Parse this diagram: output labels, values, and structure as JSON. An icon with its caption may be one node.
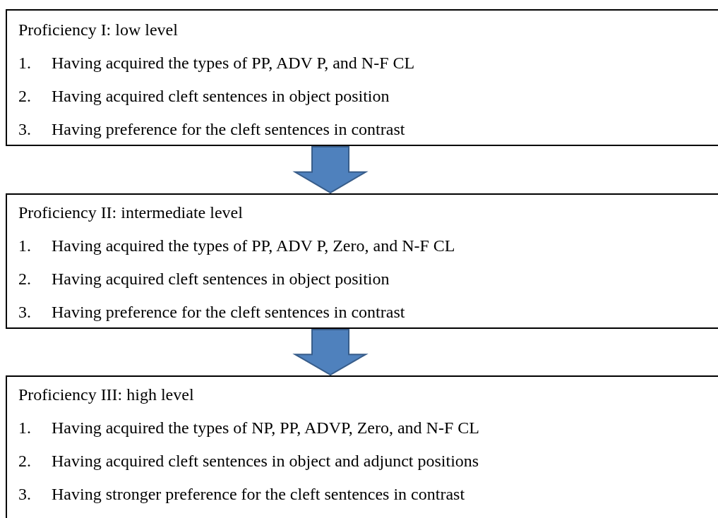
{
  "diagram": {
    "nodes": [
      {
        "text": [
          "Proficiency I: low level",
          "1. Having acquired the types of PP, ADV P, and N-F CL",
          "2. Having acquired cleft sentences in object position",
          "3. Having preference for the cleft sentences in contrast"
        ]
      },
      {
        "text": [
          "Proficiency II: intermediate level",
          "1. Having acquired the types of PP, ADV P, Zero, and N-F CL",
          "2. Having acquired cleft sentences in object position",
          "3. Having preference for the cleft sentences in contrast"
        ]
      },
      {
        "text": [
          "Proficiency III: high level",
          "1. Having acquired the types of NP, PP, ADVP, Zero, and N-F CL",
          "2. Having acquired cleft sentences in object and adjunct positions",
          "3. Having stronger preference for the cleft sentences in contrast"
        ]
      }
    ],
    "edges": [
      {
        "from": 0,
        "to": 1,
        "arrow": "to"
      },
      {
        "from": 1,
        "to": 2,
        "arrow": "to"
      }
    ]
  }
}
